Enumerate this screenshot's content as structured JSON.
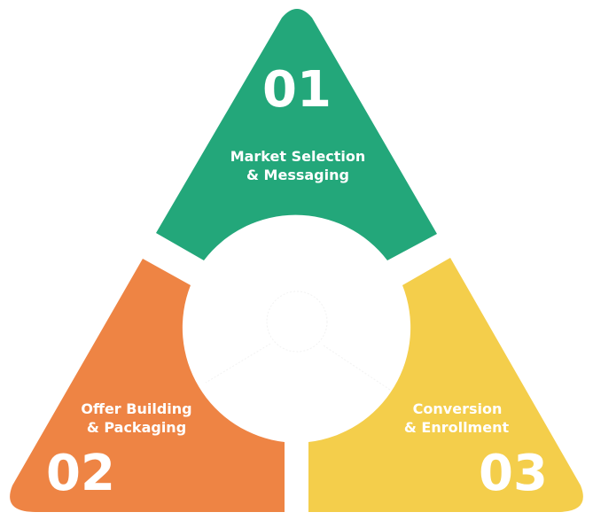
{
  "diagram": {
    "type": "three-part cycle triangle",
    "center_icon": "person-icon",
    "segments": [
      {
        "number": "01",
        "title_line1": "Market Selection",
        "title_line2": "& Messaging",
        "color": "#23A77A",
        "position": "top"
      },
      {
        "number": "02",
        "title_line1": "Offer Building",
        "title_line2": "& Packaging",
        "color": "#EE8444",
        "position": "bottom-left"
      },
      {
        "number": "03",
        "title_line1": "Conversion",
        "title_line2": "& Enrollment",
        "color": "#F4CE4B",
        "position": "bottom-right"
      }
    ]
  }
}
